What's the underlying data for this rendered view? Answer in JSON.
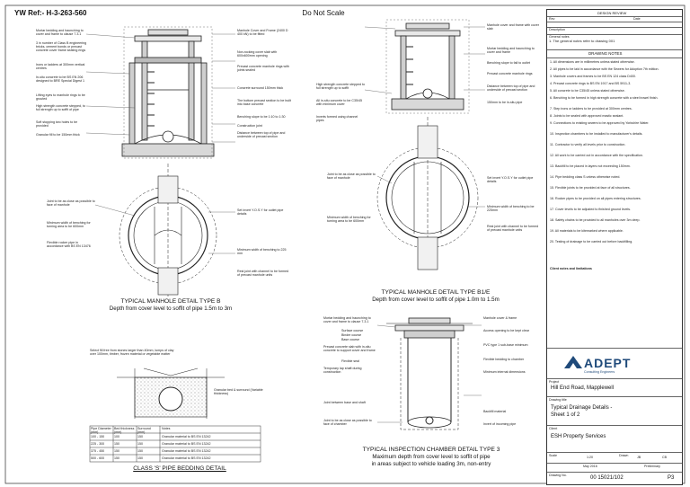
{
  "header": {
    "ref": "YW Ref:- H-3-263-560",
    "scale_note": "Do Not Scale"
  },
  "detail_b": {
    "title": "TYPICAL MANHOLE DETAIL TYPE B",
    "subtitle": "Depth from cover level to soffit of pipe 1.5m to 3m",
    "notes_left": [
      "Mortar bedding and haunching to cover and frame to clause 7.3.1",
      "3 in number of Class B engineering bricks, cement bonds or precast concrete cover frame seating rings",
      "Irons or ladders at 300mm vertical centres",
      "In-situ concrete to be BS EN 206 designed to BRE Special Digest 1",
      "Lifting eyes to manhole rings to be grouted",
      "High strength concrete stepped, to full strength up to soffit of pipe",
      "Soft stopping two holes to be provided",
      "Granular fill to be 150mm thick"
    ],
    "notes_right": [
      "Manhole Cover and Frame (2400 D 400 kN) to be fitted",
      "Non-rocking cover slab with 600x600mm opening",
      "Precast concrete manhole rings with joints sealed",
      "Concrete surround 150mm thick",
      "The bottom precast section to be built into base concrete",
      "Benching slope to be 1:10 to 1:30",
      "Construction joint",
      "Distance between top of pipe and underside of precast section"
    ],
    "plan_notes_left": [
      "Joint to be as close as possible to face of manhole",
      "Minimum width of benching for turning area to be 600mm",
      "Flexible rocker pipe in accordance with BS EN 13476"
    ],
    "plan_notes_right": [
      "Set invert Y.O.S.Y for outlet pipe details",
      "Minimum width of benching to 225 mm",
      "Rest joint with channel to be formed of precast manhole units"
    ]
  },
  "detail_b1e": {
    "title": "TYPICAL MANHOLE DETAIL TYPE B1/E",
    "subtitle": "Depth from cover level to soffit of pipe 1.0m to 1.5m",
    "notes_left": [
      "High strength concrete stepped to full strength up to soffit",
      "All in-situ concrete to be C35/45 with minimum cover",
      "Inverts formed using channel pipes"
    ],
    "notes_right": [
      "Manhole cover and frame with cover slab",
      "Mortar bedding and haunching to cover and frame",
      "Benching slope to fall to outlet",
      "Precast concrete manhole rings",
      "Distance between top of pipe and underside of precast section",
      "150mm to be in-situ pipe"
    ],
    "plan_notes_left": [
      "Joint to be as close as possible to face of manhole",
      "Minimum width of benching for turning area to be 600mm"
    ],
    "plan_notes_right": [
      "Set invert Y.O.S.Y for outlet pipe details",
      "Minimum width of benching to be 225mm",
      "Rest joint with channel to be formed of precast manhole units"
    ]
  },
  "inspection": {
    "title": "TYPICAL INSPECTION CHAMBER DETAIL TYPE 3",
    "subtitle1": "Maximum depth from cover level to soffit of pipe",
    "subtitle2": "in areas subject to vehicle loading 3m, non-entry",
    "notes_left": [
      "Mortar bedding and haunching to cover and frame to clause 7.3.1",
      "Surface course",
      "Binder course",
      "Base course",
      "Precast concrete slab with in-situ concrete to support cover and frame",
      "Flexible seal",
      "Temporary lap shaft during construction",
      "Joint between base and shaft",
      "Joint to be as close as possible to face of chamber"
    ],
    "notes_right": [
      "Manhole cover & frame",
      "Access opening to be kept clear",
      "PVC type 1 sub-base minimum",
      "Flexible bedding to chamber",
      "Minimum internal dimensions",
      "Backfill material",
      "Invert of incoming pipe"
    ]
  },
  "bedding": {
    "title": "CLASS 'S' PIPE BEDDING DETAIL",
    "notes": [
      "Select fill free from stones larger than 40mm, lumps of clay over 100mm, timber, frozen material or vegetable matter",
      "Granular bed & surround (Variable thickness)"
    ],
    "table_header": [
      "Pipe Diameter (mm)",
      "Bed thickness (mm)",
      "Surround (mm)",
      "Notes"
    ],
    "table_rows": [
      [
        "100 - 150",
        "100",
        "150",
        "Granular material to BS EN 13242"
      ],
      [
        "225 - 300",
        "150",
        "150",
        "Granular material to BS EN 13242"
      ],
      [
        "375 - 450",
        "150",
        "150",
        "Granular material to BS EN 13242"
      ],
      [
        "500 - 600",
        "150",
        "150",
        "Granular material to BS EN 13242"
      ]
    ]
  },
  "panel": {
    "design_review": "DESIGN REVIEW",
    "rev_label": "Rev",
    "date_label": "Date",
    "desc_label": "Description",
    "general_notes_title": "General notes",
    "general_note": "1. The general notes refer to drawing 001",
    "drawing_notes_title": "DRAWING NOTES",
    "drawing_notes": [
      "1. All dimensions are in millimetres unless stated otherwise.",
      "2. All pipes to be laid in accordance with the Sewers for Adoption 7th edition.",
      "3. Manhole covers and frames to be BS EN 124 class D400.",
      "4. Precast concrete rings to BS EN 1917 and BS 5911-3.",
      "5. All concrete to be C35/45 unless stated otherwise.",
      "6. Benching to be formed in high strength concrete with a steel trowel finish.",
      "7. Step irons or ladders to be provided at 300mm centres.",
      "8. Joints to be sealed with approved mastic sealant.",
      "9. Connections to existing sewers to be approved by Yorkshire Water.",
      "10. Inspection chambers to be installed to manufacturer's details.",
      "11. Contractor to verify all levels prior to construction.",
      "12. All work to be carried out in accordance with the specification.",
      "13. Backfill to be placed in layers not exceeding 150mm.",
      "14. Pipe bedding class S unless otherwise noted.",
      "15. Flexible joints to be provided at face of all structures.",
      "16. Rocker pipes to be provided on all pipes entering structures.",
      "17. Cover levels to be adjusted to finished ground levels.",
      "18. Safety chains to be provided to all manholes over 3m deep.",
      "19. All materials to be kitemarked where applicable.",
      "20. Testing of drainage to be carried out before backfilling."
    ],
    "client_notes_title": "Client notes and limitations",
    "logo_text": "ADEPT",
    "logo_sub": "Consulting Engineers",
    "project_label": "Project",
    "project": "Hill End Road, Mapplewell",
    "title_label": "Drawing title",
    "drawing_title_1": "Typical Drainage Details -",
    "drawing_title_2": "Sheet 1 of 2",
    "client_label": "Client",
    "client": "ESH Property Services",
    "scale_label": "Scale",
    "scale_value": "1:20",
    "drawn_label": "Drawn",
    "drawn_value": "JB",
    "checked_value": "CB",
    "date_value": "May 2016",
    "status_value": "Preliminary",
    "drg_no_label": "Drawing No.",
    "drg_no": "00 15021/102",
    "rev_value": "P3"
  }
}
